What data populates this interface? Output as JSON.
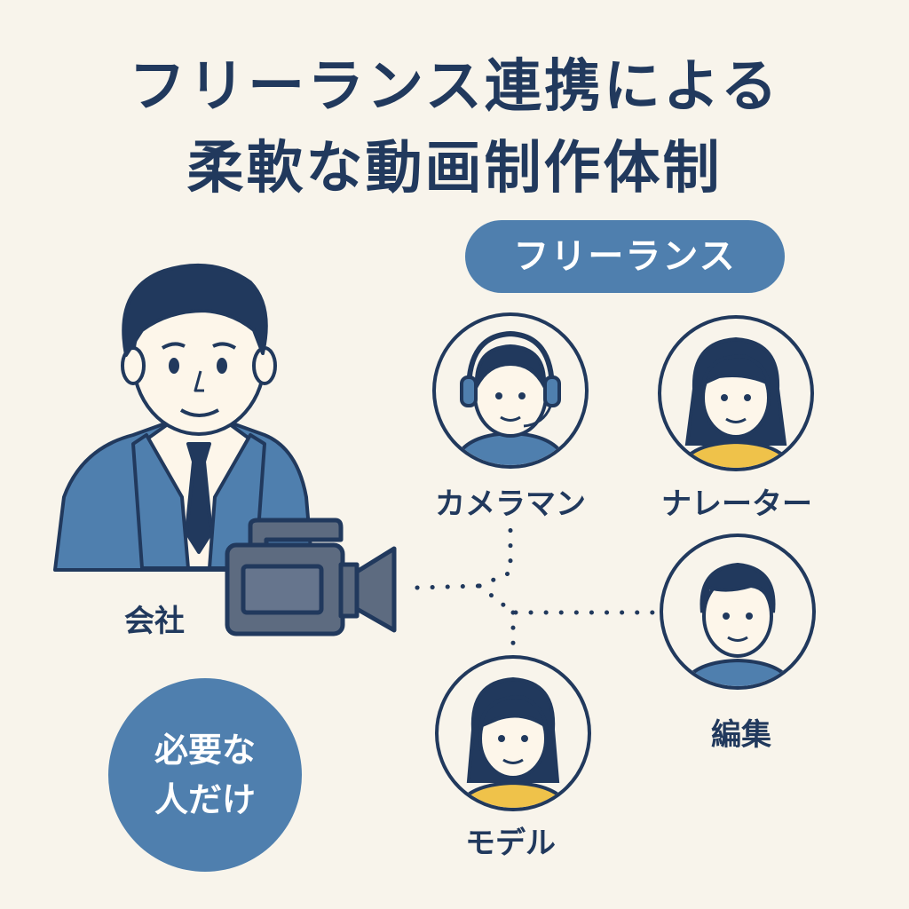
{
  "title": {
    "line1": "フリーランス連携による",
    "line2": "柔軟な動画制作体制"
  },
  "freelance_label": "フリーランス",
  "company_label": "会社",
  "badge": {
    "line1": "必要な",
    "line2": "人だけ"
  },
  "roles": {
    "cameraman": "カメラマン",
    "narrator": "ナレーター",
    "editor": "編集",
    "model": "モデル"
  },
  "colors": {
    "navy": "#21395d",
    "blue": "#4f7fae",
    "skin": "#fdf6ea",
    "yellow": "#efc24a",
    "background": "#f8f4eb"
  }
}
